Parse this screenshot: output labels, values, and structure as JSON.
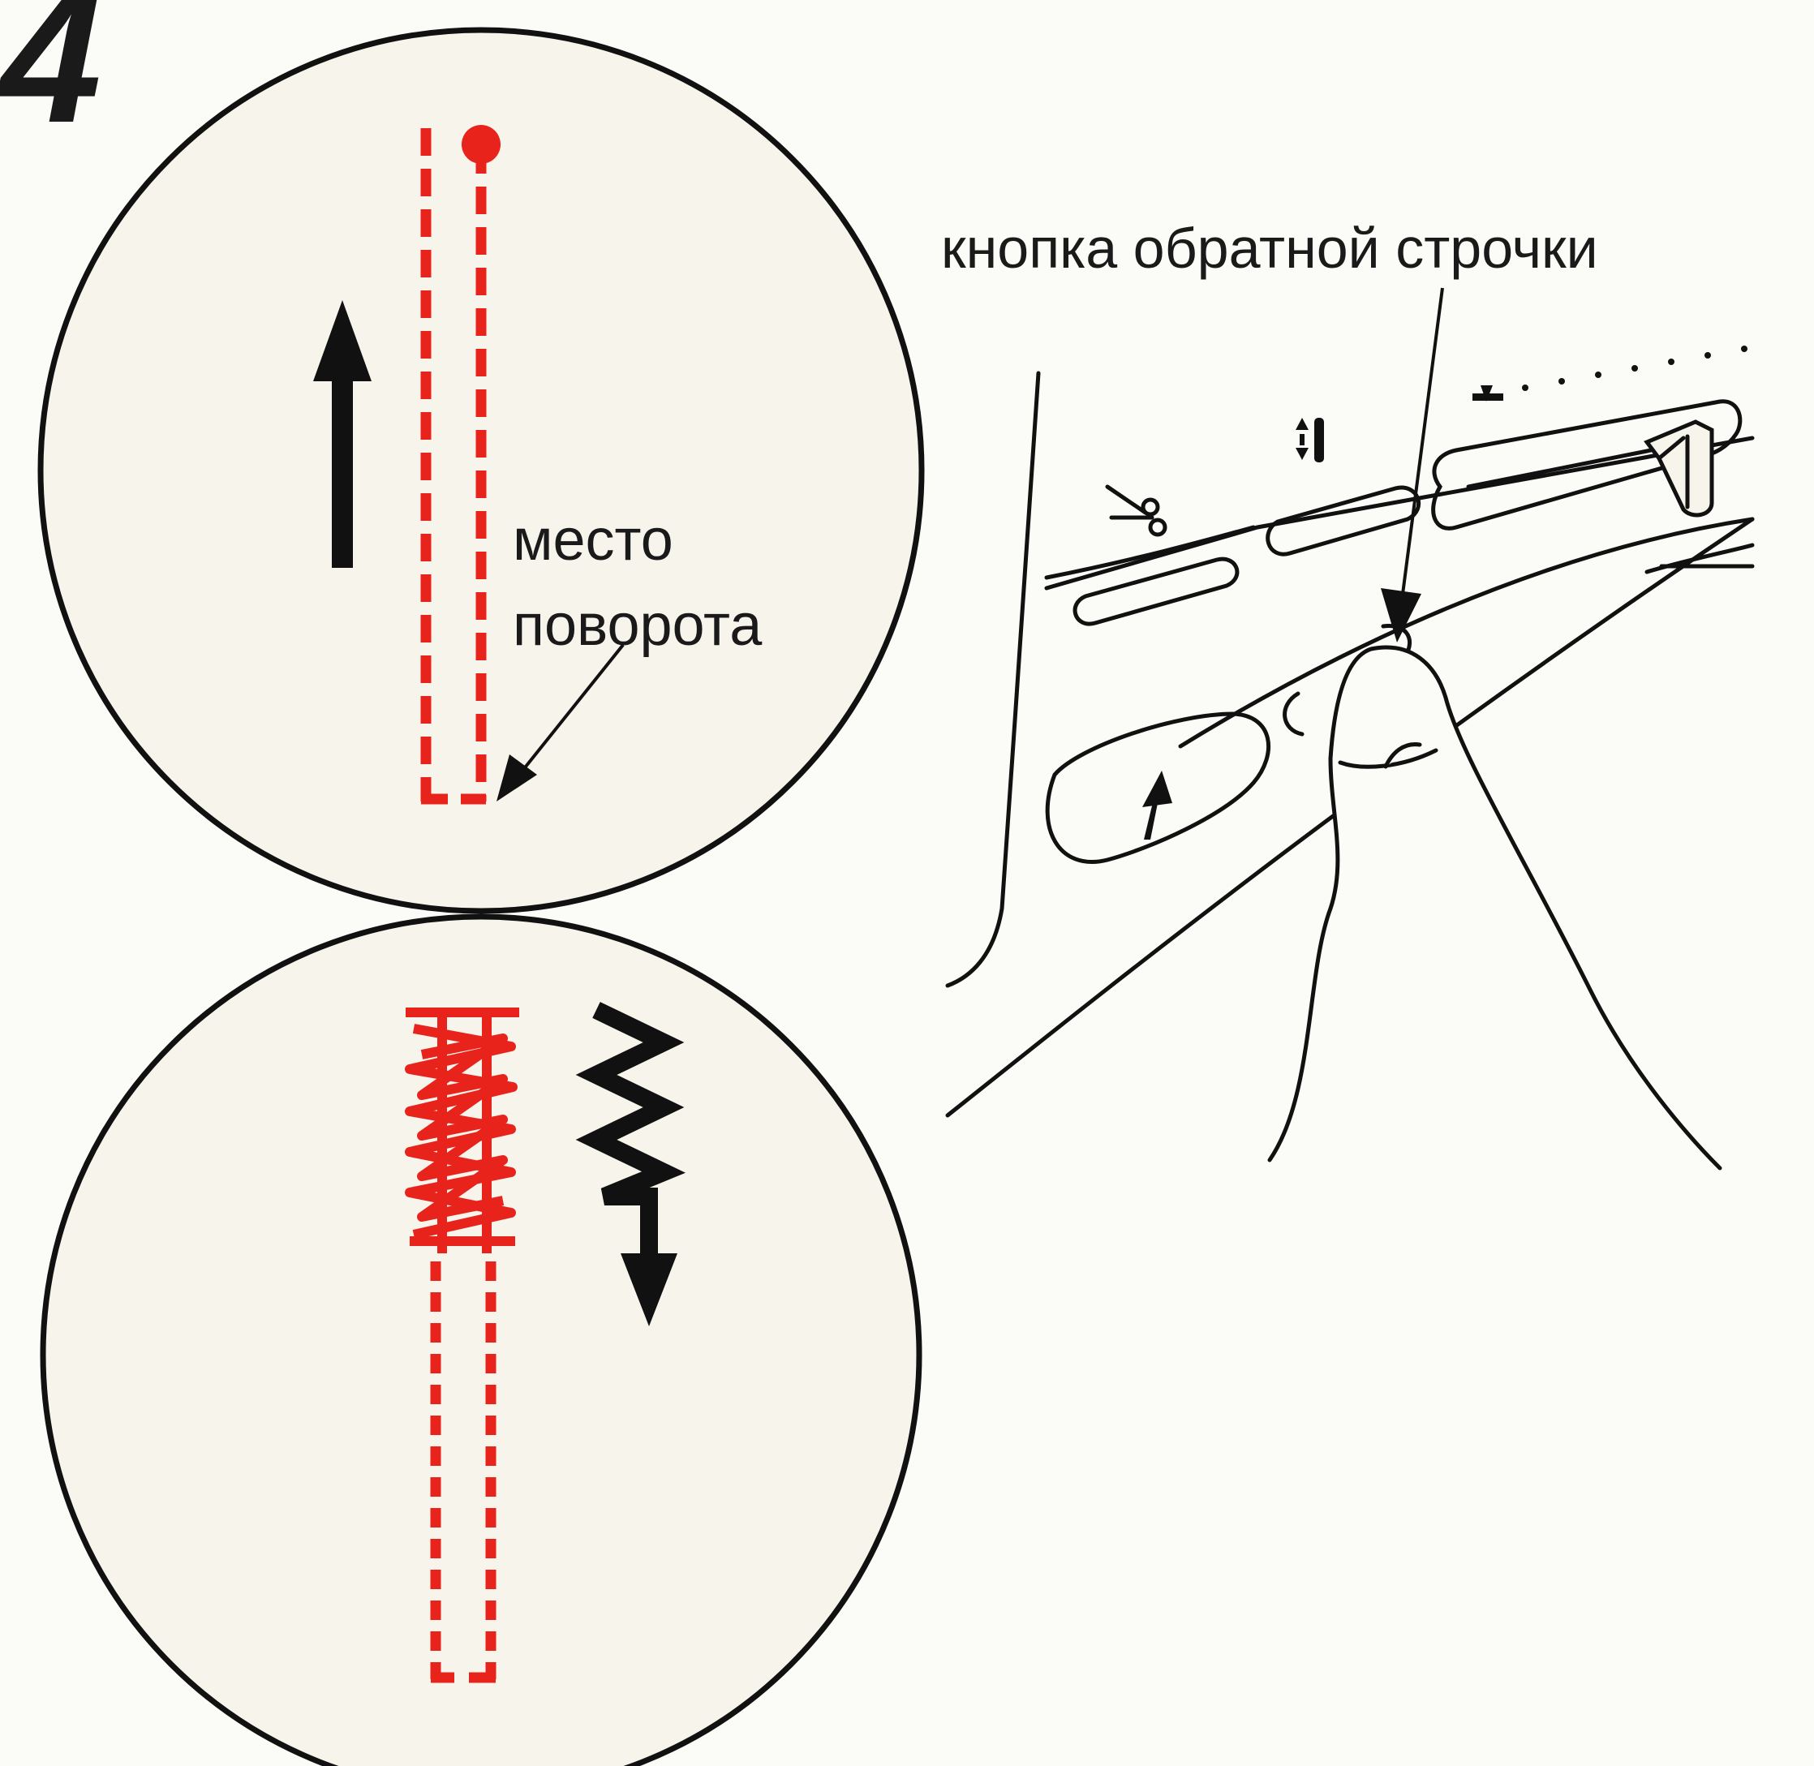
{
  "step": {
    "number": "4"
  },
  "top_circle": {
    "label_line1": "место",
    "label_line2": "поворота"
  },
  "machine": {
    "callout": "кнопка обратной строчки"
  },
  "colors": {
    "stitch": "#e8231c",
    "ink": "#111111",
    "background": "#fbfbf7"
  },
  "icons": [
    "scissors-icon",
    "needle-updown-icon",
    "presser-foot-icon",
    "reverse-arrow-icon",
    "direction-arrow-up-icon",
    "zigzag-arrow-down-icon"
  ]
}
